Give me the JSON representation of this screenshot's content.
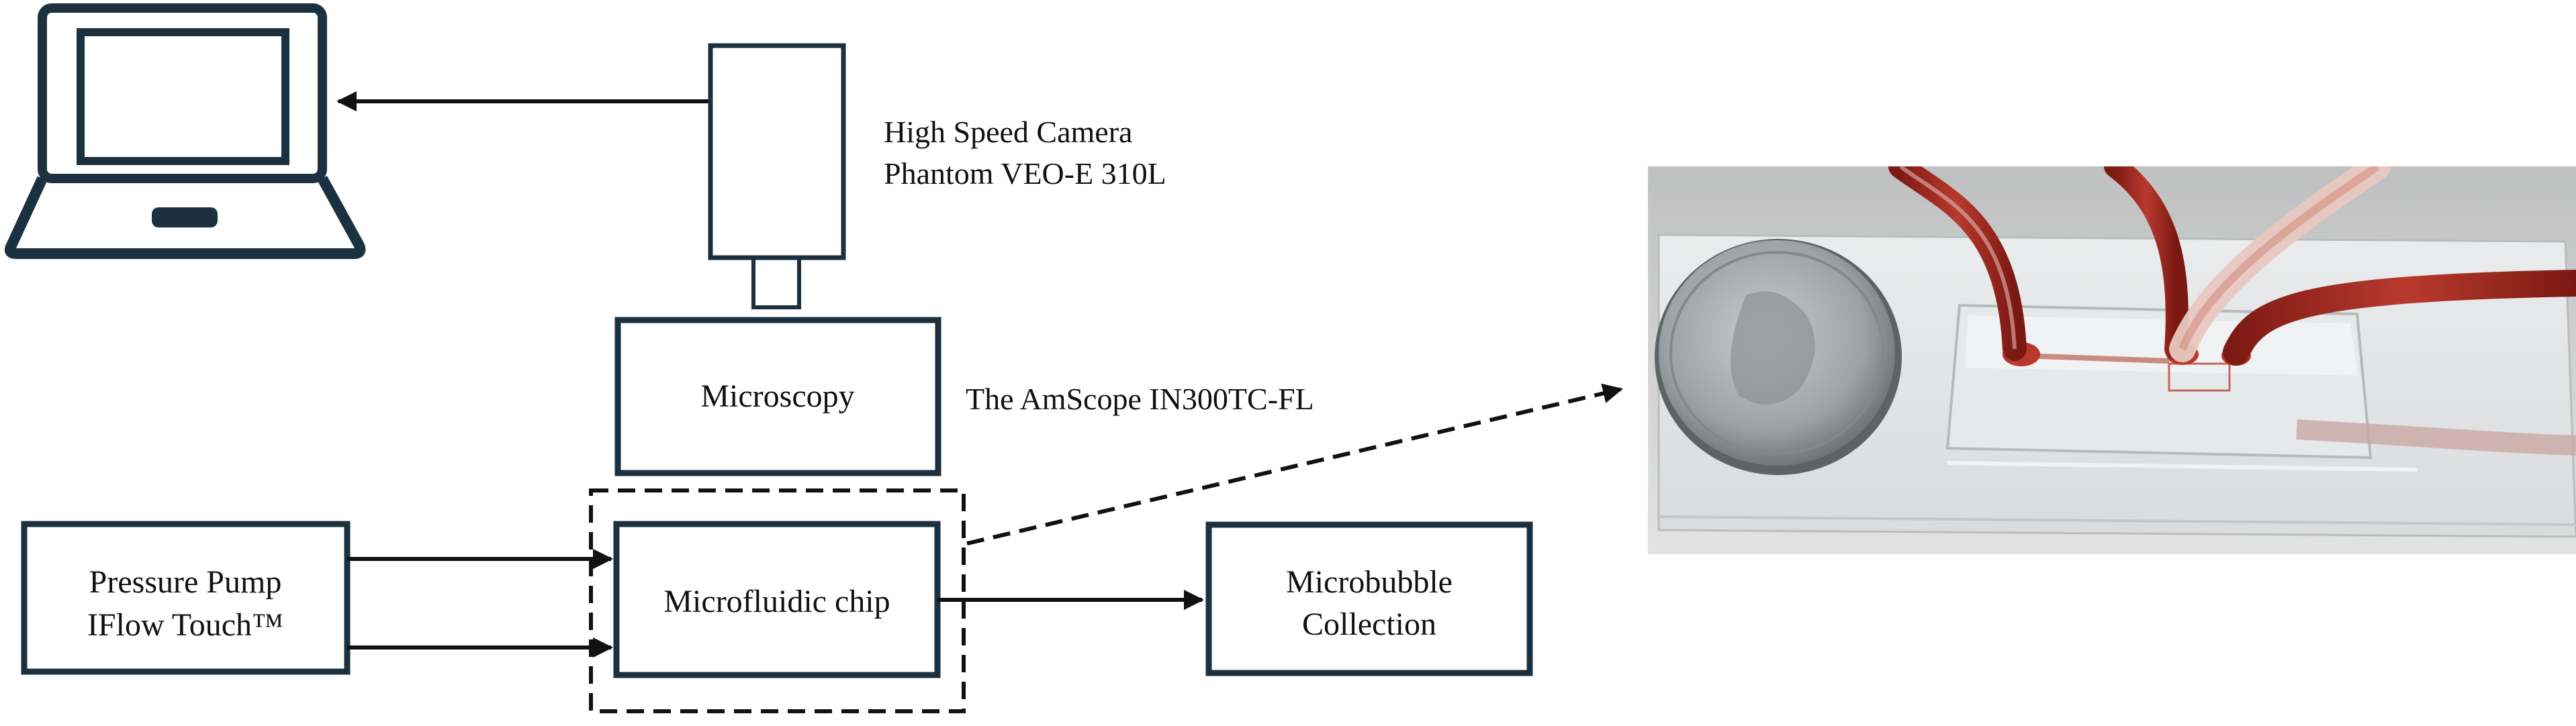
{
  "colors": {
    "box_stroke": "#1b3140",
    "arrow": "#111111",
    "text": "#111111"
  },
  "camera": {
    "label_line1": "High Speed Camera",
    "label_line2": "Phantom VEO-E 310L"
  },
  "microscopy": {
    "box_label": "Microscopy",
    "model_label": "The AmScope IN300TC-FL"
  },
  "pump": {
    "line1": "Pressure Pump",
    "line2": "IFlow Touch™"
  },
  "chip": {
    "label": "Microfluidic chip"
  },
  "collection": {
    "line1": "Microbubble",
    "line2": "Collection"
  },
  "icons": {
    "computer": "laptop-icon",
    "camera": "camera-icon",
    "photo": "microfluidic-chip-photo"
  }
}
